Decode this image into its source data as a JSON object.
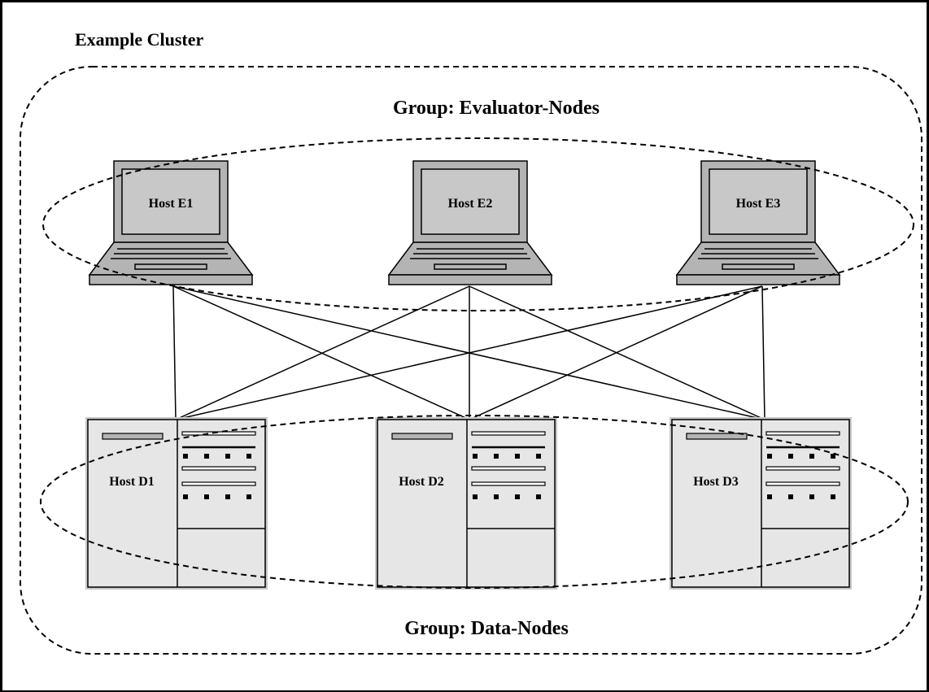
{
  "cluster": {
    "title": "Example Cluster"
  },
  "groups": {
    "evaluator": {
      "label": "Group: Evaluator-Nodes"
    },
    "data": {
      "label": "Group: Data-Nodes"
    }
  },
  "evaluator_hosts": [
    {
      "id": "E1",
      "label": "Host E1"
    },
    {
      "id": "E2",
      "label": "Host E2"
    },
    {
      "id": "E3",
      "label": "Host E3"
    }
  ],
  "data_hosts": [
    {
      "id": "D1",
      "label": "Host D1"
    },
    {
      "id": "D2",
      "label": "Host D2"
    },
    {
      "id": "D3",
      "label": "Host D3"
    }
  ],
  "connections": [
    [
      "E1",
      "D1"
    ],
    [
      "E1",
      "D2"
    ],
    [
      "E1",
      "D3"
    ],
    [
      "E2",
      "D1"
    ],
    [
      "E2",
      "D2"
    ],
    [
      "E2",
      "D3"
    ],
    [
      "E3",
      "D1"
    ],
    [
      "E3",
      "D2"
    ],
    [
      "E3",
      "D3"
    ]
  ],
  "colors": {
    "laptop_body": "#b4b4b4",
    "laptop_screen": "#c8c8c8",
    "server_body": "#e6e6e6",
    "server_shadow": "#c8c8c8",
    "line": "#000000"
  }
}
